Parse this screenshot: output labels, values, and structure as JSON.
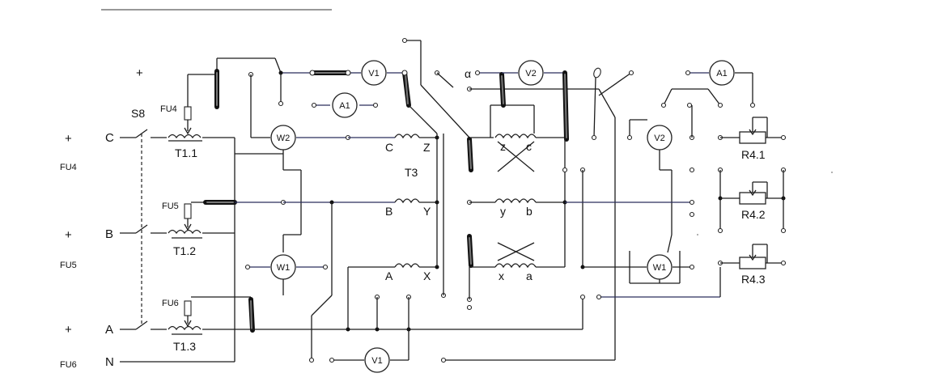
{
  "side_labels": {
    "plus_c": "+",
    "plus_b": "+",
    "plus_a": "+",
    "plus_top": "+",
    "fu4_left": "FU4",
    "fu5_left": "FU5",
    "fu6_left": "FU6"
  },
  "phases": {
    "c": "C",
    "b": "B",
    "a": "A",
    "n": "N"
  },
  "switch_label": "S8",
  "fuses": {
    "fu4": "FU4",
    "fu5": "FU5",
    "fu6": "FU6"
  },
  "autotransformers": {
    "t1_1": "T1.1",
    "t1_2": "T1.2",
    "t1_3": "T1.3"
  },
  "transformer": {
    "name": "T3",
    "primary": {
      "c": "C",
      "z": "Z",
      "b": "B",
      "y": "Y",
      "a": "A",
      "x": "X"
    },
    "secondary": {
      "z": "z",
      "c": "c",
      "y": "y",
      "b": "b",
      "x": "x",
      "a": "a",
      "alpha": "α"
    }
  },
  "meters": {
    "v1_top": "V1",
    "a1_left": "A1",
    "w2_left": "W2",
    "w1_left": "W1",
    "v1_bottom": "V1",
    "v2_top": "V2",
    "a1_right": "A1",
    "v2_right": "V2",
    "w1_right": "W1"
  },
  "resistors": {
    "r4_1": "R4.1",
    "r4_2": "R4.2",
    "r4_3": "R4.3"
  }
}
